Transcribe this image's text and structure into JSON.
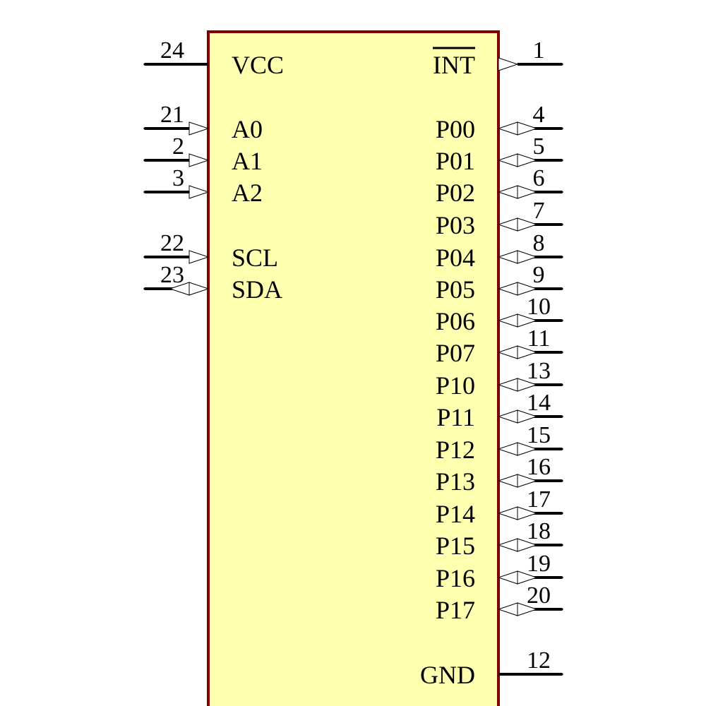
{
  "component": {
    "body_fill": "#ffffb0",
    "body_stroke": "#800000",
    "pin_color": "#000000"
  },
  "left_pins": [
    {
      "name": "VCC",
      "number": "24",
      "type": "power"
    },
    {
      "name": "A0",
      "number": "21",
      "type": "input"
    },
    {
      "name": "A1",
      "number": "2",
      "type": "input"
    },
    {
      "name": "A2",
      "number": "3",
      "type": "input"
    },
    {
      "name": "SCL",
      "number": "22",
      "type": "input"
    },
    {
      "name": "SDA",
      "number": "23",
      "type": "bidirectional"
    }
  ],
  "right_pins": [
    {
      "name": "INT",
      "number": "1",
      "type": "output",
      "active_low": true
    },
    {
      "name": "P00",
      "number": "4",
      "type": "bidirectional"
    },
    {
      "name": "P01",
      "number": "5",
      "type": "bidirectional"
    },
    {
      "name": "P02",
      "number": "6",
      "type": "bidirectional"
    },
    {
      "name": "P03",
      "number": "7",
      "type": "bidirectional"
    },
    {
      "name": "P04",
      "number": "8",
      "type": "bidirectional"
    },
    {
      "name": "P05",
      "number": "9",
      "type": "bidirectional"
    },
    {
      "name": "P06",
      "number": "10",
      "type": "bidirectional"
    },
    {
      "name": "P07",
      "number": "11",
      "type": "bidirectional"
    },
    {
      "name": "P10",
      "number": "13",
      "type": "bidirectional"
    },
    {
      "name": "P11",
      "number": "14",
      "type": "bidirectional"
    },
    {
      "name": "P12",
      "number": "15",
      "type": "bidirectional"
    },
    {
      "name": "P13",
      "number": "16",
      "type": "bidirectional"
    },
    {
      "name": "P14",
      "number": "17",
      "type": "bidirectional"
    },
    {
      "name": "P15",
      "number": "18",
      "type": "bidirectional"
    },
    {
      "name": "P16",
      "number": "19",
      "type": "bidirectional"
    },
    {
      "name": "P17",
      "number": "20",
      "type": "bidirectional"
    },
    {
      "name": "GND",
      "number": "12",
      "type": "power"
    }
  ]
}
